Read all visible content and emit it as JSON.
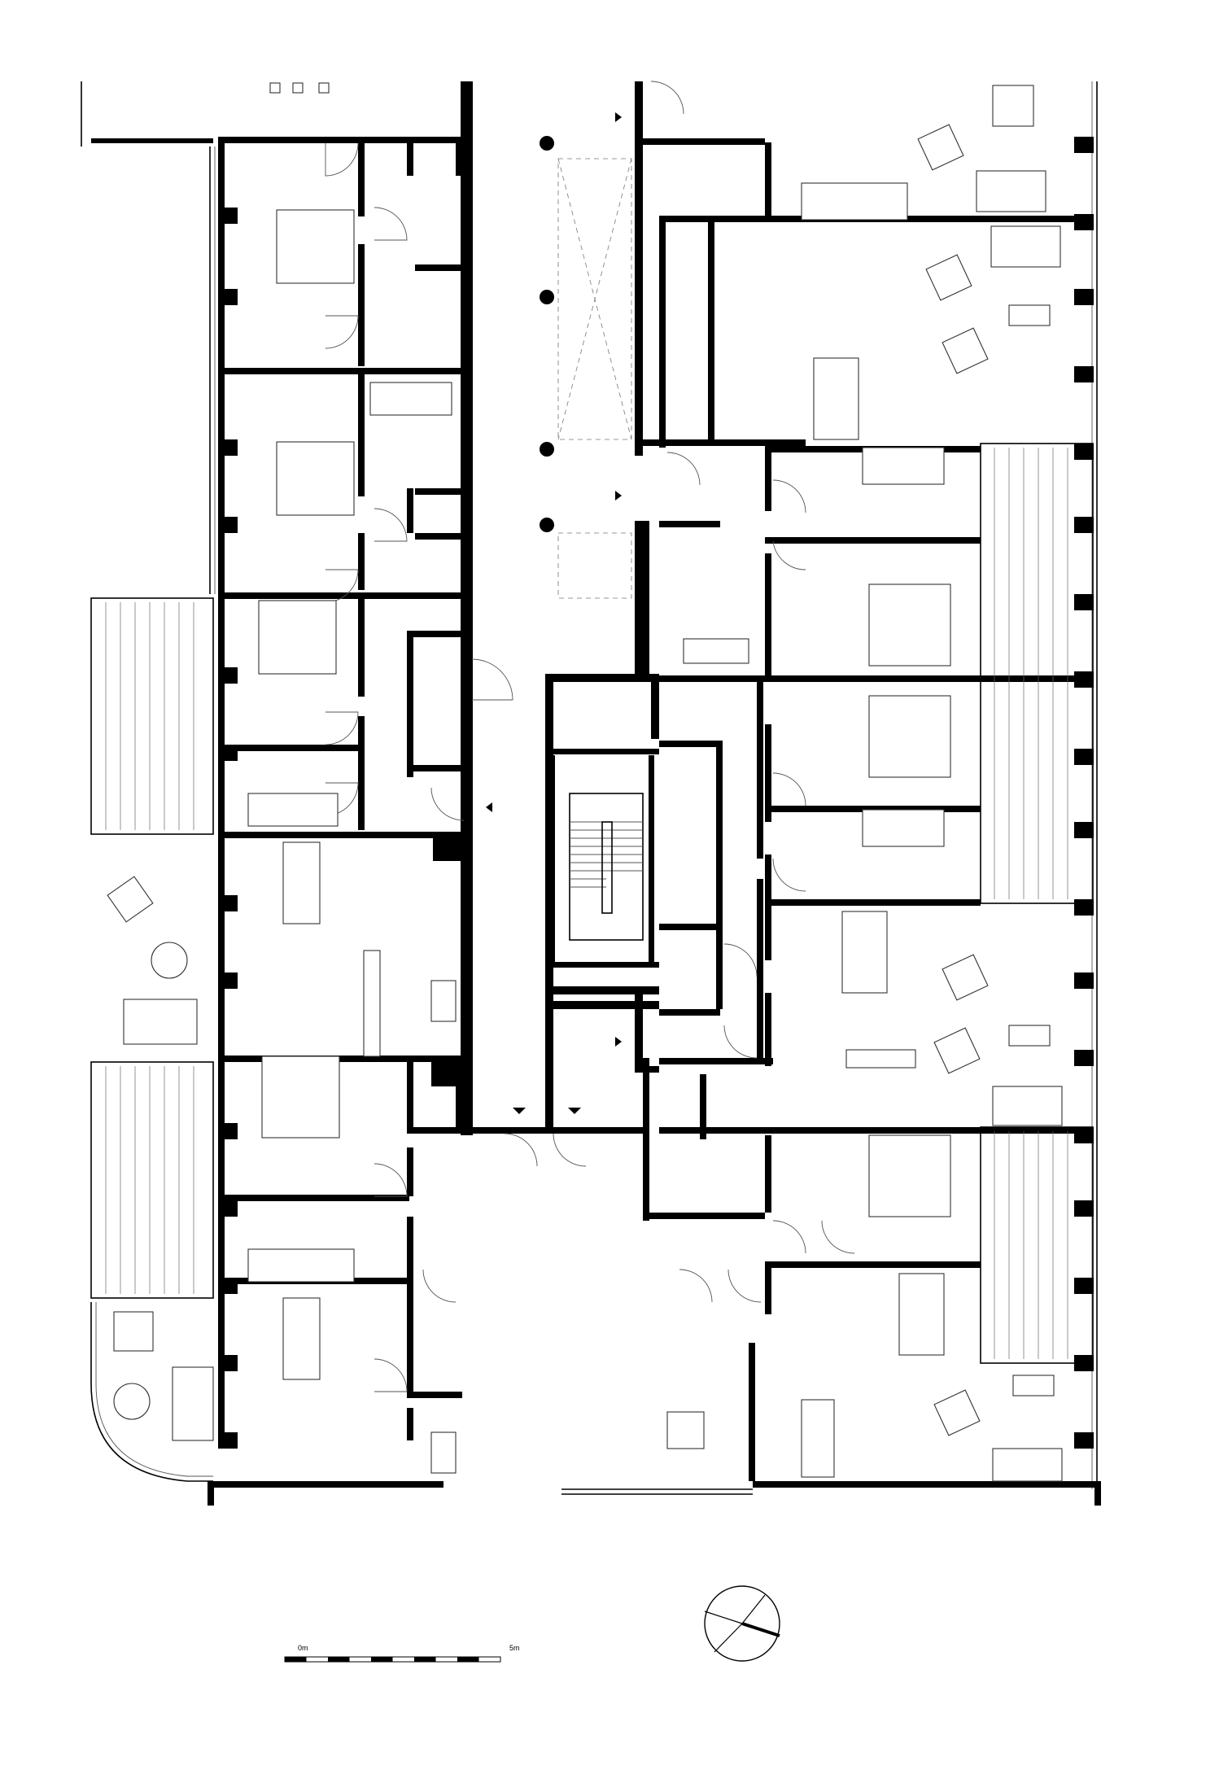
{
  "drawing": {
    "type": "architectural floor plan",
    "line_color": "#000000",
    "background_color": "#ffffff"
  },
  "scale_bar": {
    "start_label": "0m",
    "end_label": "5m",
    "segments": 10
  },
  "north_arrow": {
    "icon": "north-arrow-icon"
  }
}
